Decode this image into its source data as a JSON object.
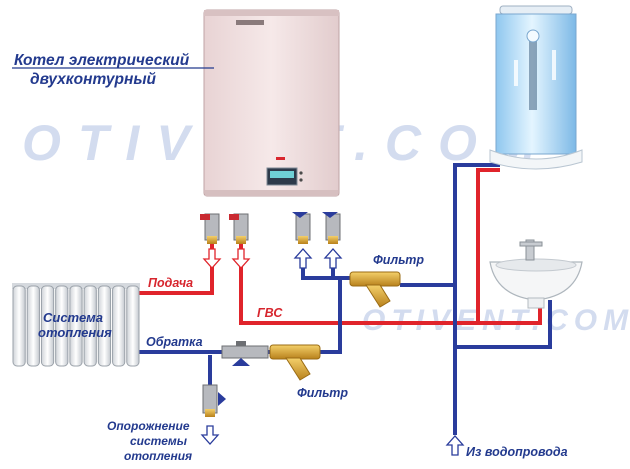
{
  "labels": {
    "boiler_line1": "Котел электрический",
    "boiler_line2": "двухконтурный",
    "supply": "Подача",
    "return": "Обратка",
    "dhw": "ГВС",
    "filter_top": "Фильтр",
    "filter_bottom": "Фильтр",
    "heating_line1": "Система",
    "heating_line2": "отопления",
    "drain_line1": "Опорожнение",
    "drain_line2": "системы",
    "drain_line3": "отопления",
    "water_supply": "Из водопровода"
  },
  "watermark": {
    "top": "OTIVENT.COM",
    "bottom": "OTIVENT.COM"
  },
  "colors": {
    "hot_pipe": "#e0242b",
    "cold_pipe": "#2a3c9c",
    "label_blue": "#233a8e",
    "label_red": "#d7262e",
    "watermark": "#d3dcef",
    "brass": "#d9a32b",
    "boiler_body": "#f0dede"
  }
}
